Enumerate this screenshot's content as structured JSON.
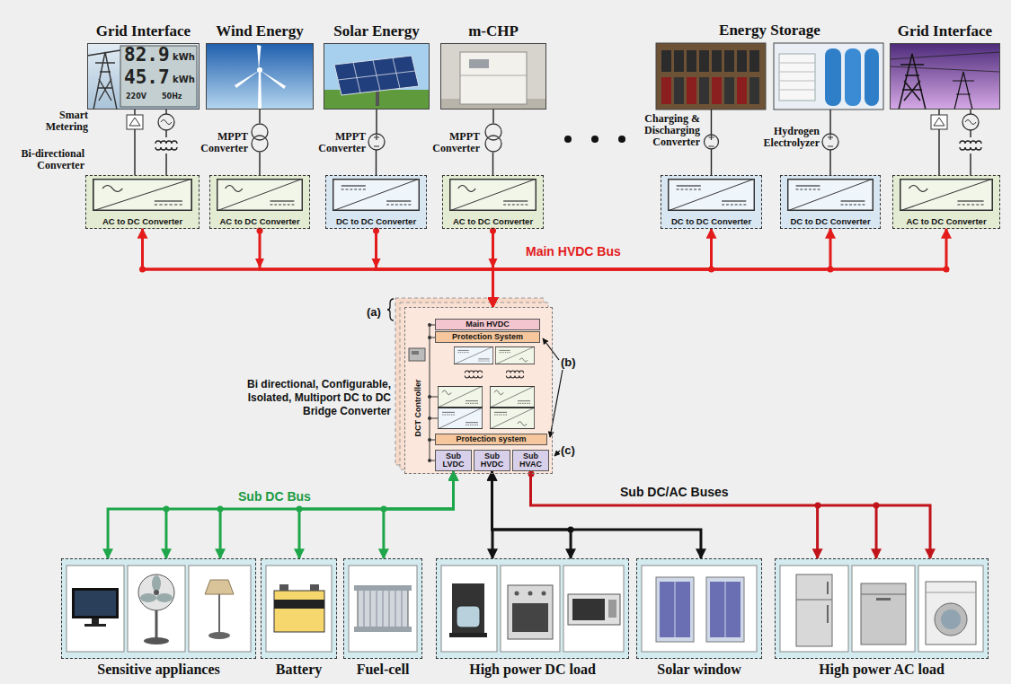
{
  "diagram": {
    "nodes": [
      {
        "text": [
          "Grid Interface"
        ]
      },
      {
        "text": [
          "Wind Energy"
        ]
      },
      {
        "text": [
          "Solar Energy"
        ]
      },
      {
        "text": [
          "m-CHP"
        ]
      },
      {
        "text": [
          "Energy Storage"
        ]
      },
      {
        "text": [
          "Grid Interface"
        ]
      },
      {
        "text": [
          "AC to DC Converter"
        ]
      },
      {
        "text": [
          "AC to DC Converter"
        ]
      },
      {
        "text": [
          "DC to DC Converter"
        ]
      },
      {
        "text": [
          "AC to DC Converter"
        ]
      },
      {
        "text": [
          "DC to DC Converter"
        ]
      },
      {
        "text": [
          "DC to DC Converter"
        ]
      },
      {
        "text": [
          "AC to DC Converter"
        ]
      },
      {
        "text": [
          "Bi directional, Configurable, Isolated, Multiport DC to DC Bridge Converter"
        ]
      },
      {
        "text": [
          "Main HVDC"
        ],
        "in": 13
      },
      {
        "text": [
          "Protection System"
        ],
        "in": 13
      },
      {
        "text": [
          "Protection system"
        ],
        "in": 13
      },
      {
        "text": [
          "Sub LVDC"
        ],
        "in": 13
      },
      {
        "text": [
          "Sub HVDC"
        ],
        "in": 13
      },
      {
        "text": [
          "Sub HVAC"
        ],
        "in": 13
      },
      {
        "text": [
          "Sensitive appliances"
        ]
      },
      {
        "text": [
          "Battery"
        ]
      },
      {
        "text": [
          "Fuel-cell"
        ]
      },
      {
        "text": [
          "High power DC load"
        ]
      },
      {
        "text": [
          "Solar window"
        ]
      },
      {
        "text": [
          "High power AC load"
        ]
      }
    ],
    "edges": [
      {
        "from": 0,
        "to": 6,
        "arrow": "none"
      },
      {
        "from": 1,
        "to": 7,
        "arrow": "none"
      },
      {
        "from": 2,
        "to": 8,
        "arrow": "none"
      },
      {
        "from": 3,
        "to": 9,
        "arrow": "none"
      },
      {
        "from": 4,
        "to": 10,
        "arrow": "none"
      },
      {
        "from": 4,
        "to": 11,
        "arrow": "none"
      },
      {
        "from": 5,
        "to": 12,
        "arrow": "none"
      },
      {
        "from": 6,
        "to": 13,
        "arrow": "both"
      },
      {
        "from": 7,
        "to": 13,
        "arrow": "to"
      },
      {
        "from": 8,
        "to": 13,
        "arrow": "to"
      },
      {
        "from": 9,
        "to": 13,
        "arrow": "to"
      },
      {
        "from": 10,
        "to": 13,
        "arrow": "both"
      },
      {
        "from": 11,
        "to": 13,
        "arrow": "both"
      },
      {
        "from": 12,
        "to": 13,
        "arrow": "both"
      },
      {
        "from": 17,
        "to": 20,
        "arrow": "both"
      },
      {
        "from": 17,
        "to": 21,
        "arrow": "both"
      },
      {
        "from": 17,
        "to": 22,
        "arrow": "both"
      },
      {
        "from": 18,
        "to": 23,
        "arrow": "both"
      },
      {
        "from": 18,
        "to": 24,
        "arrow": "both"
      },
      {
        "from": 19,
        "to": 25,
        "arrow": "to"
      }
    ],
    "labels": [
      "82.9",
      "kWh",
      "45.7",
      "kWh",
      "220V",
      "50Hz",
      "Smart Metering",
      "Bi-directional Converter",
      "MPPT Converter",
      "MPPT Converter",
      "MPPT Converter",
      "Charging & Discharging Converter",
      "Hydrogen Electrolyzer",
      "Main HVDC Bus",
      "(a)",
      "(b)",
      "(c)",
      "DCT Controller",
      "Sub DC Bus",
      "Sub DC/AC Buses"
    ]
  }
}
